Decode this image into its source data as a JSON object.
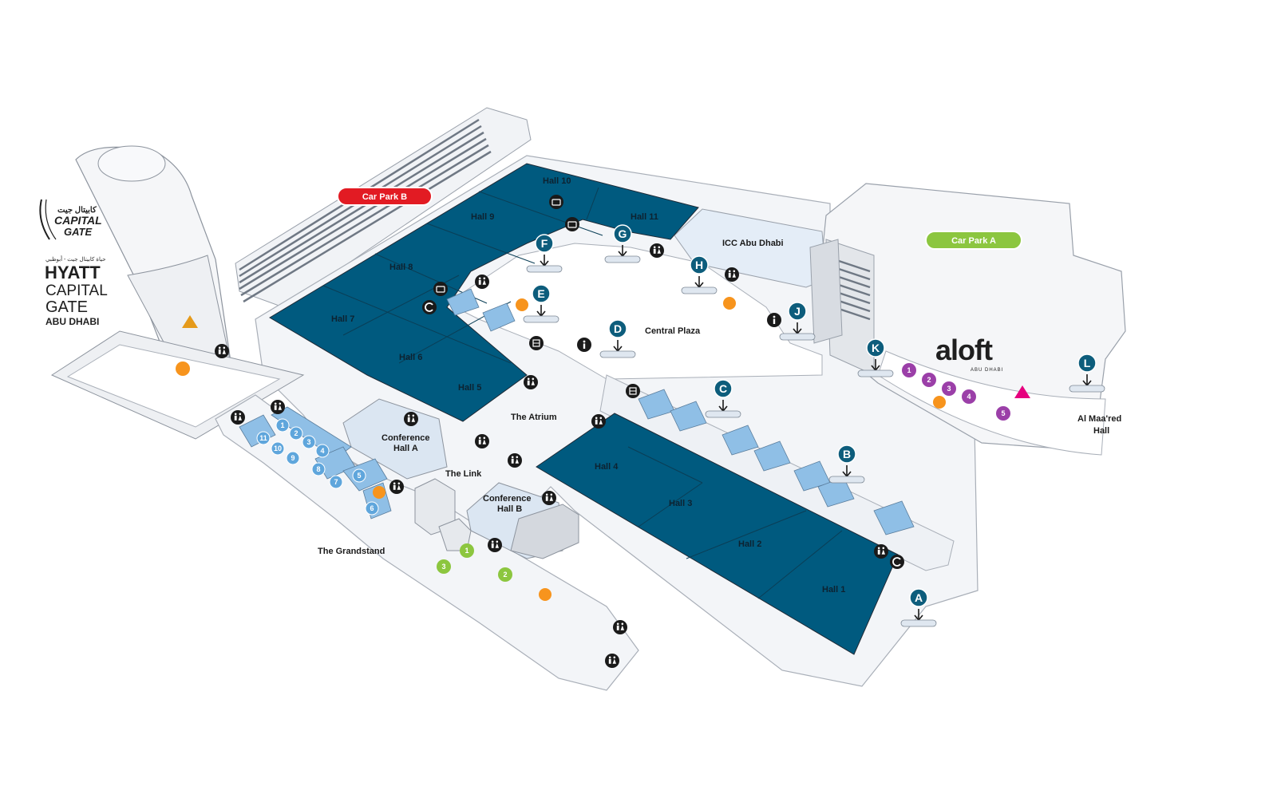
{
  "colors": {
    "hall": "#005a7f",
    "building": "#f2f4f7",
    "building_edge": "#b9bec6",
    "meeting_room": "#7cb3e0",
    "entrance": "#0d5d7c",
    "car_park_b": "#e21b23",
    "car_park_a": "#8cc63f",
    "aloft_room": "#9b3fa8",
    "orange_marker": "#f7941d",
    "green_room": "#8cc63f",
    "facility_icon": "#1a1a1a",
    "triangle_orange": "#e59a1a",
    "triangle_pink": "#e6007e"
  },
  "halls": [
    {
      "id": "hall1",
      "label": "Hall 1"
    },
    {
      "id": "hall2",
      "label": "Hall 2"
    },
    {
      "id": "hall3",
      "label": "Hall 3"
    },
    {
      "id": "hall4",
      "label": "Hall 4"
    },
    {
      "id": "hall5",
      "label": "Hall 5"
    },
    {
      "id": "hall6",
      "label": "Hall 6"
    },
    {
      "id": "hall7",
      "label": "Hall 7"
    },
    {
      "id": "hall8",
      "label": "Hall 8"
    },
    {
      "id": "hall9",
      "label": "Hall 9"
    },
    {
      "id": "hall10",
      "label": "Hall 10"
    },
    {
      "id": "hall11",
      "label": "Hall 11"
    }
  ],
  "car_parks": [
    {
      "id": "b",
      "label": "Car Park B"
    },
    {
      "id": "a",
      "label": "Car Park A"
    }
  ],
  "areas": {
    "icc": "ICC Abu Dhabi",
    "central_plaza": "Central Plaza",
    "atrium": "The Atrium",
    "link": "The Link",
    "grandstand": "The Grandstand",
    "conf_a": [
      "Conference",
      "Hall A"
    ],
    "conf_b": [
      "Conference",
      "Hall B"
    ],
    "al_maared": [
      "Al Maa'red",
      "Hall"
    ]
  },
  "entrances": [
    "A",
    "B",
    "C",
    "D",
    "E",
    "F",
    "G",
    "H",
    "J",
    "K",
    "L"
  ],
  "grandstand_rooms": [
    "1",
    "2",
    "3",
    "4",
    "5",
    "6",
    "7",
    "8",
    "9",
    "10",
    "11"
  ],
  "aloft_rooms": [
    "1",
    "2",
    "3",
    "4",
    "5"
  ],
  "green_rooms": [
    "1",
    "2",
    "3"
  ],
  "logos": {
    "capital_gate_arabic": "كابيتال جيت",
    "capital_gate": [
      "CAPITAL",
      "GATE"
    ],
    "hyatt_arabic": "حياة كابيتال جيت - أبوظبي",
    "hyatt": "HYATT",
    "hyatt_lines": [
      "CAPITAL",
      "GATE"
    ],
    "hyatt_city": "ABU DHABI",
    "aloft": "aloft",
    "aloft_sub": "ABU DHABI"
  },
  "icons": {
    "restroom": "restroom-icon",
    "info": "info-icon",
    "cloakroom": "cloakroom-icon",
    "prayer": "prayer-room-icon",
    "first_aid": "first-aid-icon",
    "registration": "registration-icon"
  }
}
